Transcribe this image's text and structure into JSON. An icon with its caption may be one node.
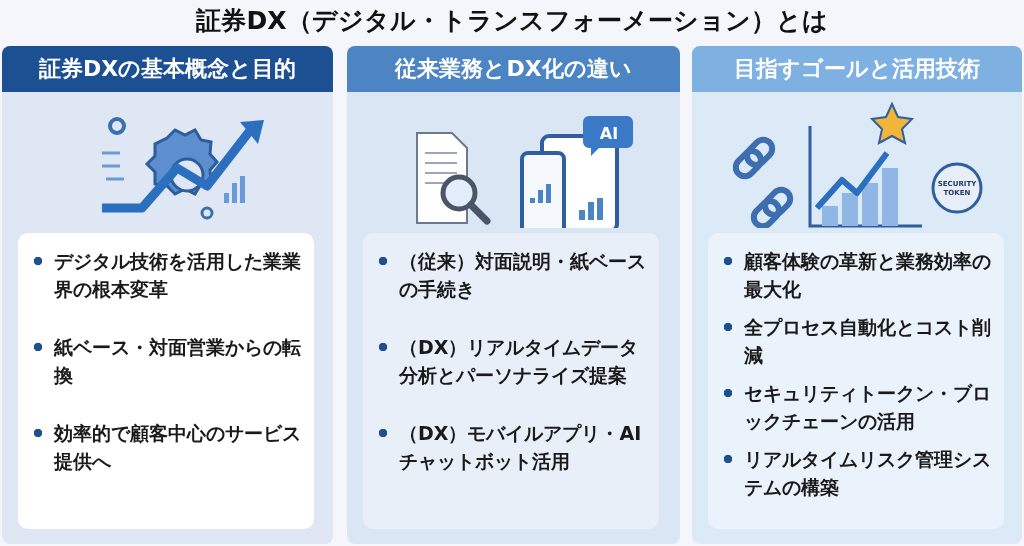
{
  "diagram": {
    "title": "証券DX（デジタル・トランスフォーメーション）とは",
    "nodes": [
      {
        "text": [
          "証券DXの基本概念と目的"
        ]
      },
      {
        "text": [
          "デジタル技術を活用した業業界の根本変革",
          "紙ベース・対面営業からの転換",
          "効率的で顧客中心のサービス提供へ"
        ],
        "in": 0
      },
      {
        "text": [
          "従来業務とDX化の違い"
        ]
      },
      {
        "text": [
          "（従来）対面説明・紙ベースの手続き",
          "（DX）リアルタイムデータ分析とパーソナライズ提案",
          "（DX）モバイルアプリ・AIチャットボット活用"
        ],
        "in": 2
      },
      {
        "text": [
          "目指すゴールと活用技術"
        ]
      },
      {
        "text": [
          "顧客体験の革新と業務効率の最大化",
          "全プロセス自動化とコスト削減",
          "セキュリティトークン・ブロックチェーンの活用",
          "リアルタイムリスク管理システムの構築"
        ],
        "in": 4
      }
    ],
    "labels": [
      "AI",
      "SECURITY TOKEN"
    ]
  }
}
